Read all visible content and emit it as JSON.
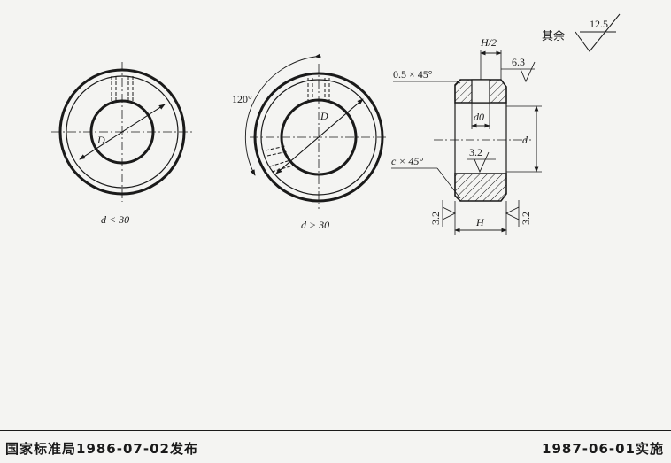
{
  "roughness": {
    "label": "其余",
    "value": "12.5"
  },
  "fig_left": {
    "caption": "d < 30",
    "dim_D": "D"
  },
  "fig_mid": {
    "caption": "d > 30",
    "angle": "120°",
    "dim_D": "D"
  },
  "fig_right": {
    "dim_H_half": "H/2",
    "chamfer_top": "0.5 × 45°",
    "rough_63": "6.3",
    "dim_d0": "d0",
    "dim_d": "d",
    "chamfer_c": "c × 45°",
    "rough_32_mid": "3.2",
    "rough_32_left": "3.2",
    "rough_32_right": "3.2",
    "dim_H": "H"
  },
  "footer": {
    "left": "国家标准局1986-07-02发布",
    "right": "1987-06-01实施"
  }
}
